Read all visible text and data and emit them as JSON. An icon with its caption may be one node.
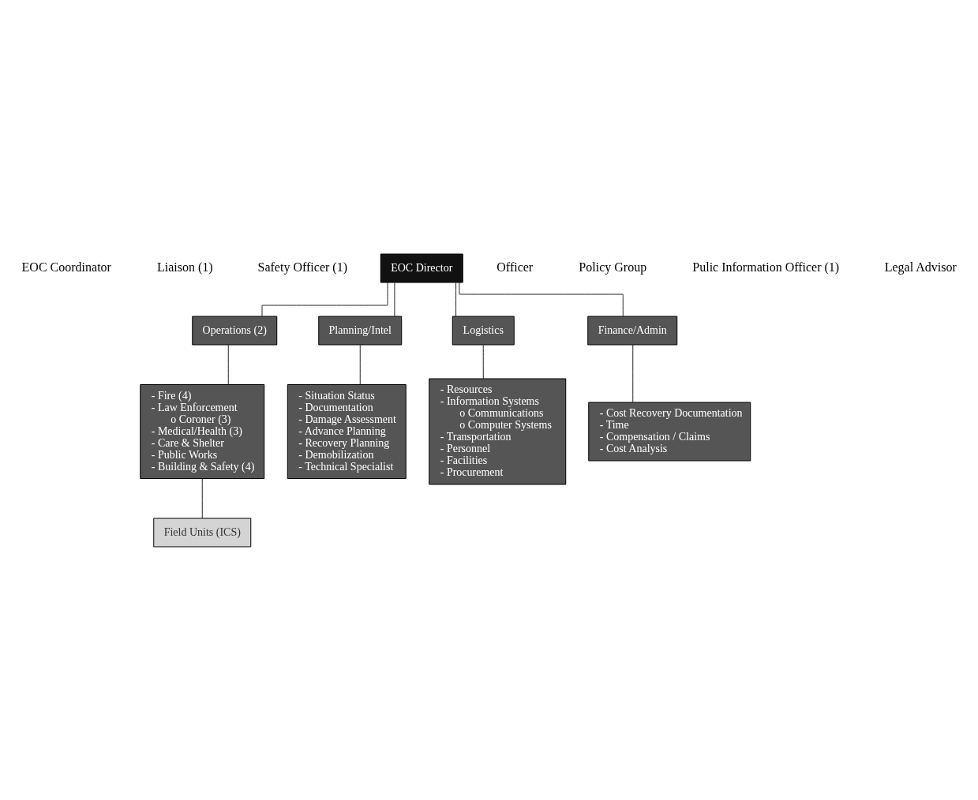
{
  "diagram": {
    "nodes": [
      {
        "text": [
          "EOC Director"
        ]
      },
      {
        "text": [
          "Operations (2)"
        ]
      },
      {
        "text": [
          "Planning/Intel"
        ]
      },
      {
        "text": [
          "Logistics"
        ]
      },
      {
        "text": [
          "Finance/Admin"
        ]
      },
      {
        "text": [
          "- Fire (4)",
          "- Law Enforcement",
          "o Coroner (3)",
          "- Medical/Health (3)",
          "- Care & Shelter",
          "- Public Works",
          "- Building & Safety (4)"
        ]
      },
      {
        "text": [
          "- Situation Status",
          "- Documentation",
          "- Damage Assessment",
          "- Advance Planning",
          "- Recovery Planning",
          "- Demobilization",
          "- Technical Specialist"
        ]
      },
      {
        "text": [
          "- Resources",
          "- Information Systems",
          "o Communications",
          "o Computer Systems",
          "- Transportation",
          "- Personnel",
          "- Facilities",
          "- Procurement"
        ]
      },
      {
        "text": [
          "- Cost Recovery Documentation",
          "- Time",
          "- Compensation / Claims",
          "- Cost Analysis"
        ]
      },
      {
        "text": [
          "Field Units (ICS)"
        ]
      }
    ],
    "edges": [
      {
        "from": 0,
        "to": 1,
        "arrow": "none"
      },
      {
        "from": 0,
        "to": 2,
        "arrow": "none"
      },
      {
        "from": 0,
        "to": 3,
        "arrow": "none"
      },
      {
        "from": 0,
        "to": 4,
        "arrow": "none"
      },
      {
        "from": 1,
        "to": 5,
        "arrow": "none"
      },
      {
        "from": 2,
        "to": 6,
        "arrow": "none"
      },
      {
        "from": 3,
        "to": 7,
        "arrow": "none"
      },
      {
        "from": 4,
        "to": 8,
        "arrow": "none"
      },
      {
        "from": 5,
        "to": 9,
        "arrow": "none"
      }
    ],
    "labels": [
      "EOC Coordinator",
      "Liaison (1)",
      "Safety Officer (1)",
      "Officer",
      "Policy Group",
      "Pulic Information Officer (1)",
      "Legal Advisor"
    ]
  }
}
